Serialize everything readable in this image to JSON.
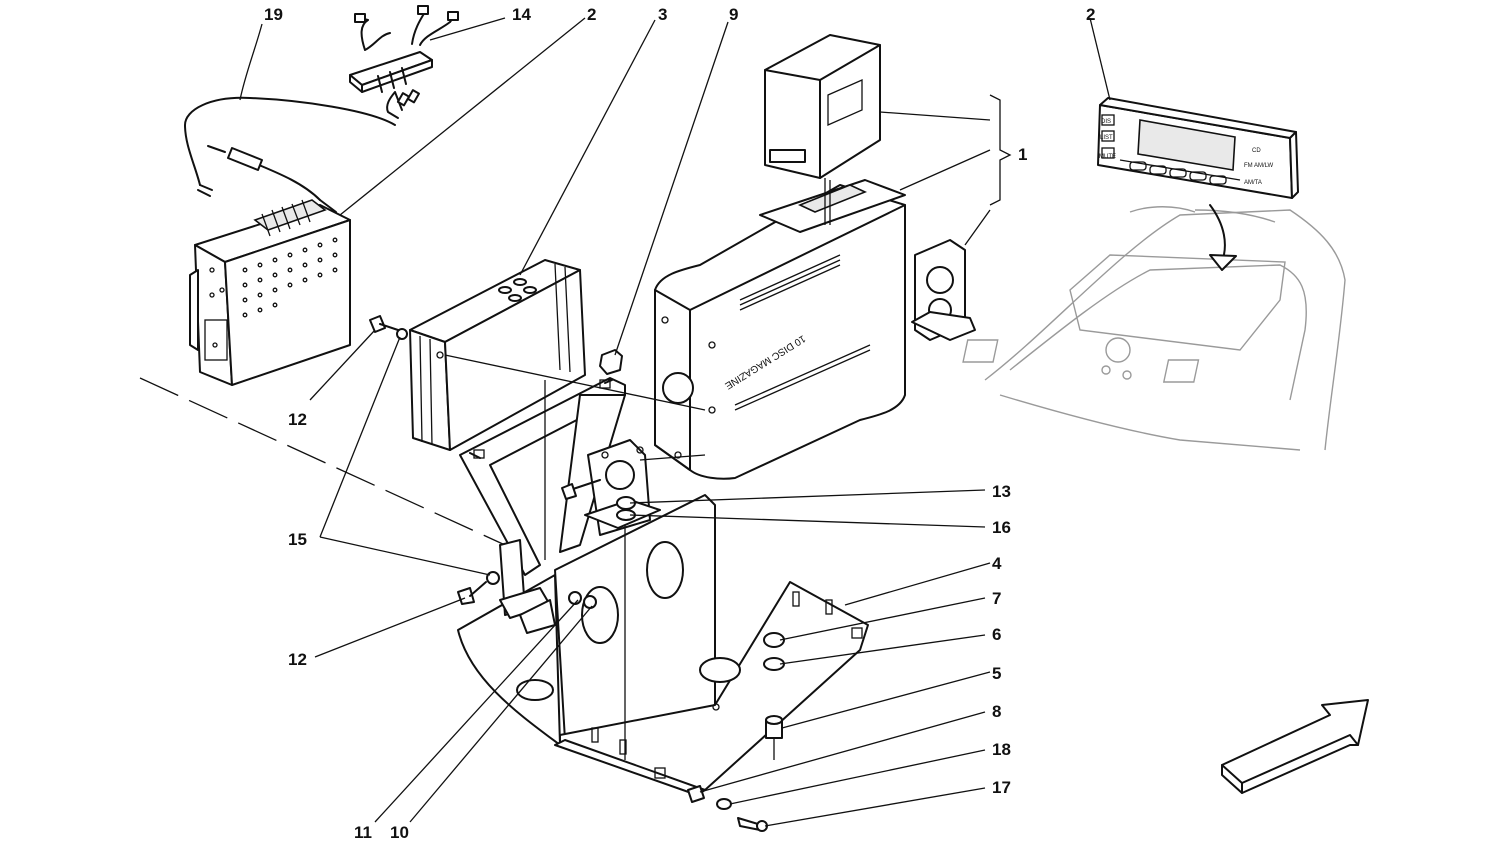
{
  "callouts": {
    "c19": "19",
    "c14": "14",
    "c2a": "2",
    "c3": "3",
    "c9": "9",
    "c2b": "2",
    "c1": "1",
    "c12a": "12",
    "c15": "15",
    "c12b": "12",
    "c13": "13",
    "c16": "16",
    "c4": "4",
    "c7": "7",
    "c6": "6",
    "c5": "5",
    "c8": "8",
    "c18": "18",
    "c17": "17",
    "c11": "11",
    "c10": "10"
  },
  "changer": {
    "side_label": "10 DISC MAGAZINE"
  },
  "head_unit": {
    "buttons": {
      "b1": "DIS",
      "b2": "LIST",
      "b3": "MUTE",
      "b4": "CD",
      "b5": "FM AM/LW",
      "b6": "AM/TA"
    }
  }
}
